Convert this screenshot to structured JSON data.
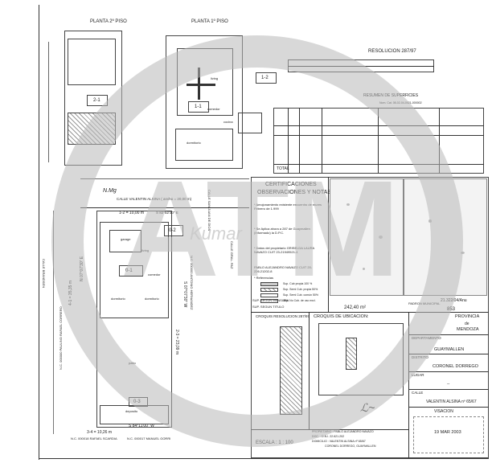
{
  "plan_labels": {
    "planta_2": "PLANTA 2º PISO",
    "planta_1": "PLANTA 1º PISO",
    "resolucion": "RESOLUCION 287/97",
    "resumen": "RESUMEN DE SUPERFICIES",
    "nom_cat": "Nom. Cat. 08-02-04-0021-000002",
    "unit_2_1": "2-1",
    "unit_1_1": "1-1",
    "unit_1_2": "1-2",
    "unit_0_1": "0-1",
    "unit_0_2": "0-2",
    "unit_0_3": "0-3",
    "living": "living",
    "comedor": "comedor",
    "dormitorio": "dormitorio",
    "cocina": "cocina",
    "garage": "garage",
    "patio": "patio",
    "deposito": "deposito",
    "total": "TOTAL"
  },
  "street": {
    "calle_valentin": "CALLE VALENTIN ALSINA ( ancho = 20,00 m)",
    "calle_san_juan": "CALLE SAN JUAN DE DIOS",
    "calle_gral_paz": "CALLE GRAL. PAZ",
    "calle_brandsen": "CALLE BRANDSEN",
    "north": "N.Mg"
  },
  "measures": {
    "m12": "1-2 = 10,00 m",
    "a12": "S 82°52'30\" E",
    "m41": "4-1 = 35,35 m",
    "a41": "N 07°07'30\" E",
    "m23": "2-3 = 23,09 m",
    "a23": "S 07°07'30\" W",
    "m34": "3-4 = 10,26 m",
    "a34": "S 84°11'00\" W"
  },
  "neighbours": {
    "left": "N.C. 000000 PAULINO RAFAEL CORRERO",
    "right": "N.C. 000000 ANTONIO HERNANDEZ",
    "bottom1": "N.C. 000018 RAFAEL SCARDIA",
    "bottom2": "N.C. 000017 MANUEL GORRI"
  },
  "certificaciones": {
    "title1": "CERTIFICACIONES",
    "title2": "OBSERVACIONES Y NOTAS",
    "n1": "* Amojonamiento existente encuentro de mures Febrero de 1.999",
    "n2": "* Se Aplica ahora a 287 de Guaymallen (Informado) la D.P.C.",
    "n3": "* Datos del propietario GRISELDA LAURA NAVAZO CUIT 23-21949521-4",
    "n4": "PABLO ALEJANDRO NAVAZO CUIT 20-226.21202-8",
    "n5": "* Referencias",
    "r1": "Sup. Cub propia 100 %",
    "r2": "Sup. Semi Cub. propia 50%",
    "r3": "Sup. Semi Cub. común 50%",
    "r4": "Sup. No Cub. de uso excl.",
    "sup_label": "SUP. SEGUN TITULO",
    "sup_value": "242,40 m²",
    "sup_mens": "SUP. SEGUN MENSURA",
    "padron_label": "PADRON MUNICIPAL",
    "padron_value": "853",
    "top_value": "21.322/04/Anu"
  },
  "croquis": {
    "res_title": "CROQUIS RESOLUCION 287/97",
    "ubic_title": "CROQUIS DE UBICACION:",
    "escala": "ESCALA : 1 : 100"
  },
  "ubicacion": {
    "provincia": "PROVINCIA",
    "de": "de",
    "mendoza": "MENDOZA",
    "departamento": "DEPARTAMENTO",
    "guaymallen": "GUAYMALLEN",
    "distrito": "DISTRITO",
    "coronel": "CORONEL DORREGO",
    "lugar": "LUGAR",
    "lugar_val": "--",
    "calle": "CALLE",
    "calle_val": "VALENTIN ALSINA nº 65/67",
    "visacion": "VISACION",
    "fecha": "19 MAR 2003"
  },
  "firma": {
    "p1": "PROPIETARIO : PABLO ALEJANDRO NAVAZO",
    "p2": "DOC. : D.N.I. 22.621.202",
    "p3": "DOMICILIO : VALENTIN ALSINA nº 65/67",
    "p4": "CORONEL DORREGO, GUAYMALLEN"
  },
  "watermark": {
    "text": "ATM",
    "sub": "Kumar"
  }
}
